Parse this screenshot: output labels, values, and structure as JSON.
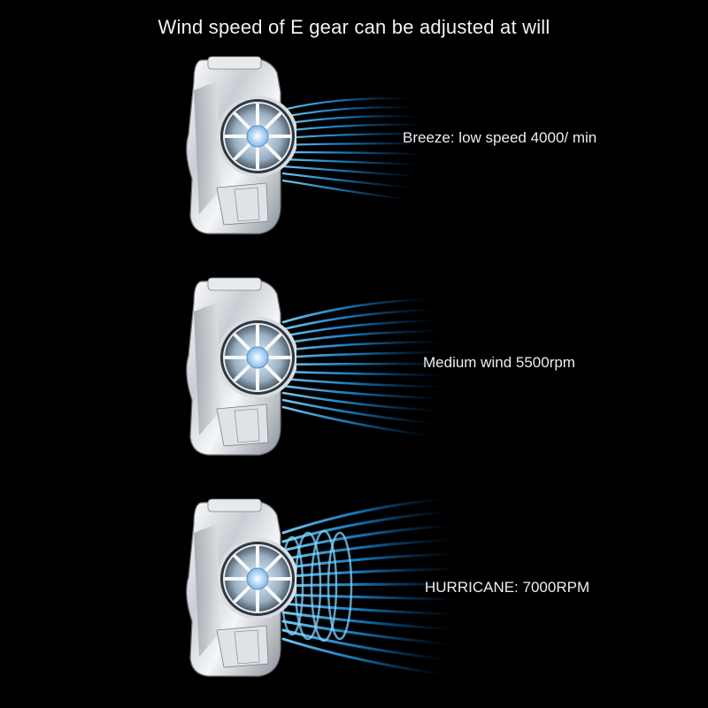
{
  "title": "Wind speed of E gear can be adjusted at will",
  "modes": [
    {
      "label": "Breeze: low speed 4000/ min"
    },
    {
      "label": "Medium wind 5500rpm"
    },
    {
      "label": "HURRICANE: 7000RPM"
    }
  ],
  "colors": {
    "background": "#000000",
    "wind": "#1ea6ff",
    "device": "#d9dde2"
  }
}
